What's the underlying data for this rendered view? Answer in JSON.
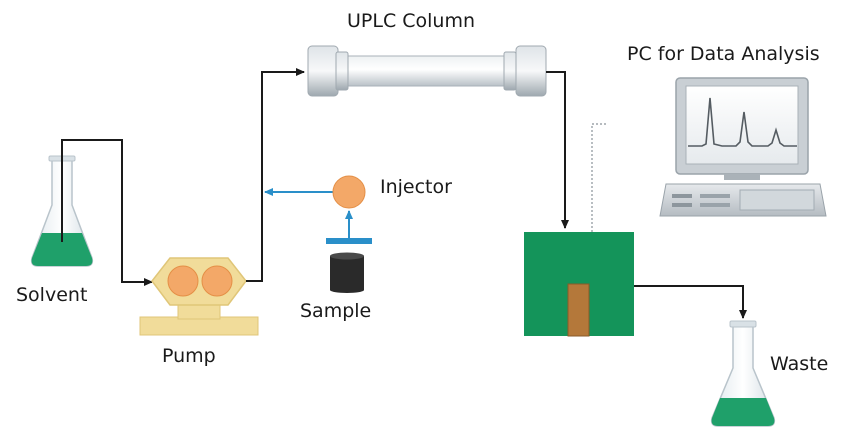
{
  "labels": {
    "column": "UPLC Column",
    "pc": "PC for Data Analysis",
    "injector": "Injector",
    "solvent": "Solvent",
    "sample": "Sample",
    "pump": "Pump",
    "waste": "Waste"
  },
  "colors": {
    "flow_line": "#1a1a1a",
    "injection_line": "#2a8fc9",
    "liquid": "#1fa06a",
    "detector": "#14945a",
    "detector_cell": "#b4783a",
    "pump_body": "#f1dc9a",
    "pump_heads": "#f3a868",
    "injector": "#f3a868",
    "sample_vial": "#2a2a2a",
    "column": "#d3d9de"
  }
}
